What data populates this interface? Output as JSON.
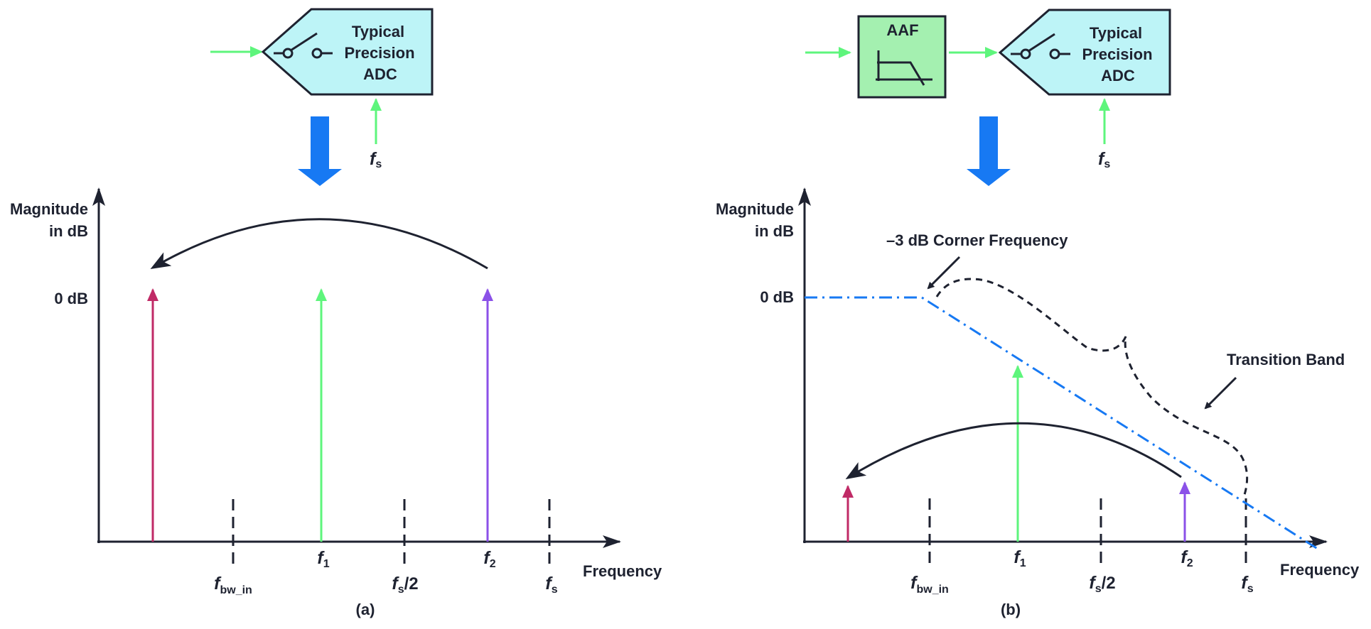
{
  "panel_a": {
    "caption": "(a)",
    "adc_label": [
      "Typical",
      "Precision",
      "ADC"
    ],
    "clock": {
      "f": "f",
      "sub": "s"
    },
    "y_axis_label": [
      "Magnitude",
      "in dB"
    ],
    "zero_db": "0 dB",
    "x_axis_label": "Frequency",
    "ticks": {
      "fbw": {
        "f": "f",
        "sub": "bw_in"
      },
      "f1": {
        "f": "f",
        "sub": "1"
      },
      "fs_half": {
        "f": "f",
        "sub": "s",
        "suffix": "/2"
      },
      "f2": {
        "f": "f",
        "sub": "2"
      },
      "fs": {
        "f": "f",
        "sub": "s"
      }
    }
  },
  "panel_b": {
    "caption": "(b)",
    "aaf_label": "AAF",
    "adc_label": [
      "Typical",
      "Precision",
      "ADC"
    ],
    "clock": {
      "f": "f",
      "sub": "s"
    },
    "y_axis_label": [
      "Magnitude",
      "in dB"
    ],
    "zero_db": "0 dB",
    "x_axis_label": "Frequency",
    "corner_label": "–3 dB Corner Frequency",
    "transition_label": "Transition Band",
    "ticks": {
      "fbw": {
        "f": "f",
        "sub": "bw_in"
      },
      "f1": {
        "f": "f",
        "sub": "1"
      },
      "fs_half": {
        "f": "f",
        "sub": "s",
        "suffix": "/2"
      },
      "f2": {
        "f": "f",
        "sub": "2"
      },
      "fs": {
        "f": "f",
        "sub": "s"
      }
    }
  },
  "colors": {
    "adc_fill": "#bdf4f7",
    "aaf_fill": "#a4f0b0",
    "signal_in": "#5ef57c",
    "flow_arrow": "#1779f3",
    "alias_tone": "#c02a66",
    "f1_tone": "#5ef57c",
    "f2_tone": "#8b51e8",
    "filter_response": "#1779f3",
    "ink": "#1e2230"
  }
}
